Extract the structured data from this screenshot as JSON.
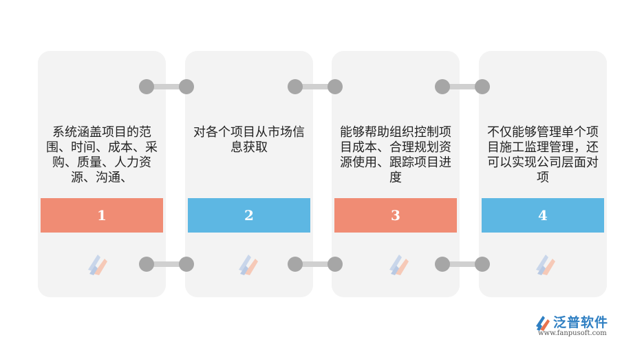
{
  "cards": [
    {
      "text": "系统涵盖项目的范围、时间、成本、采购、质量、人力资源、沟通、",
      "number": "1"
    },
    {
      "text": "对各个项目从市场信息获取",
      "number": "2"
    },
    {
      "text": "能够帮助组织控制项目成本、合理规划资源使用、跟踪项目进度",
      "number": "3"
    },
    {
      "text": "不仅能够管理单个项目施工监理管理，还可以实现公司层面对项",
      "number": "4"
    }
  ],
  "colors": {
    "band_orange": "#f08c74",
    "band_blue": "#5db7e3",
    "card_bg": "#f3f3f3",
    "ring": "#a6a6a6"
  },
  "brand": {
    "name": "泛普软件",
    "url": "www.fanpusoft.com"
  }
}
